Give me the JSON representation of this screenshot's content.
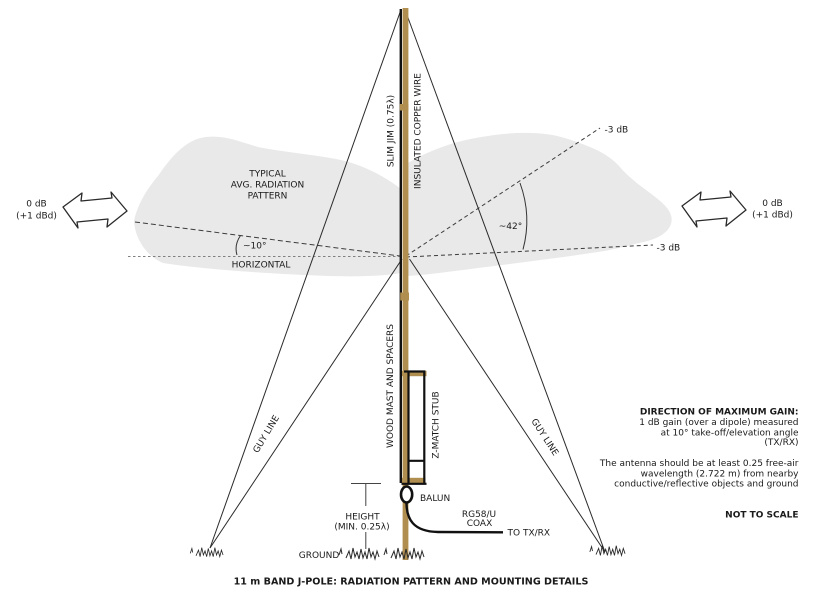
{
  "title": "11 m BAND J-POLE: RADIATION PATTERN AND MOUNTING DETAILS",
  "colors": {
    "wood": "#b08e4f",
    "lobe": "#e9e9e9",
    "line": "#1a1a1a"
  },
  "pattern": {
    "lobe_label": [
      "TYPICAL",
      "AVG. RADIATION",
      "PATTERN"
    ],
    "horizontal_label": "HORIZONTAL",
    "takeoff_angle": "~10°",
    "beamwidth_angle": "~42°",
    "minus3db_upper": "-3 dB",
    "minus3db_lower": "-3 dB",
    "gain_left_db": "0 dB",
    "gain_left_dbd": "(+1 dBd)",
    "gain_right_db": "0 dB",
    "gain_right_dbd": "(+1 dBd)"
  },
  "antenna": {
    "slim_jim": "SLIM JIM (0.75λ)",
    "copper_wire": "INSULATED COPPER WIRE",
    "mast": "WOOD MAST AND SPACERS",
    "stub": "Z-MATCH STUB",
    "balun": "BALUN",
    "coax_line1": "RG58/U",
    "coax_line2": "COAX",
    "to_txrx": "TO TX/RX",
    "guy_line_left": "GUY LINE",
    "guy_line_right": "GUY LINE",
    "height_line1": "HEIGHT",
    "height_line2": "(MIN. 0.25λ)",
    "ground": "GROUND"
  },
  "notes": {
    "gain_title": "DIRECTION OF MAXIMUM GAIN:",
    "gain_lines": [
      "1 dB gain (over a dipole) measured",
      "at 10° take-off/elevation angle",
      "(TX/RX)"
    ],
    "clearance_lines": [
      "The antenna should be at least 0.25 free-air",
      "wavelength (2.722 m) from nearby",
      "conductive/reflective objects and ground"
    ],
    "scale_note": "NOT TO SCALE"
  }
}
